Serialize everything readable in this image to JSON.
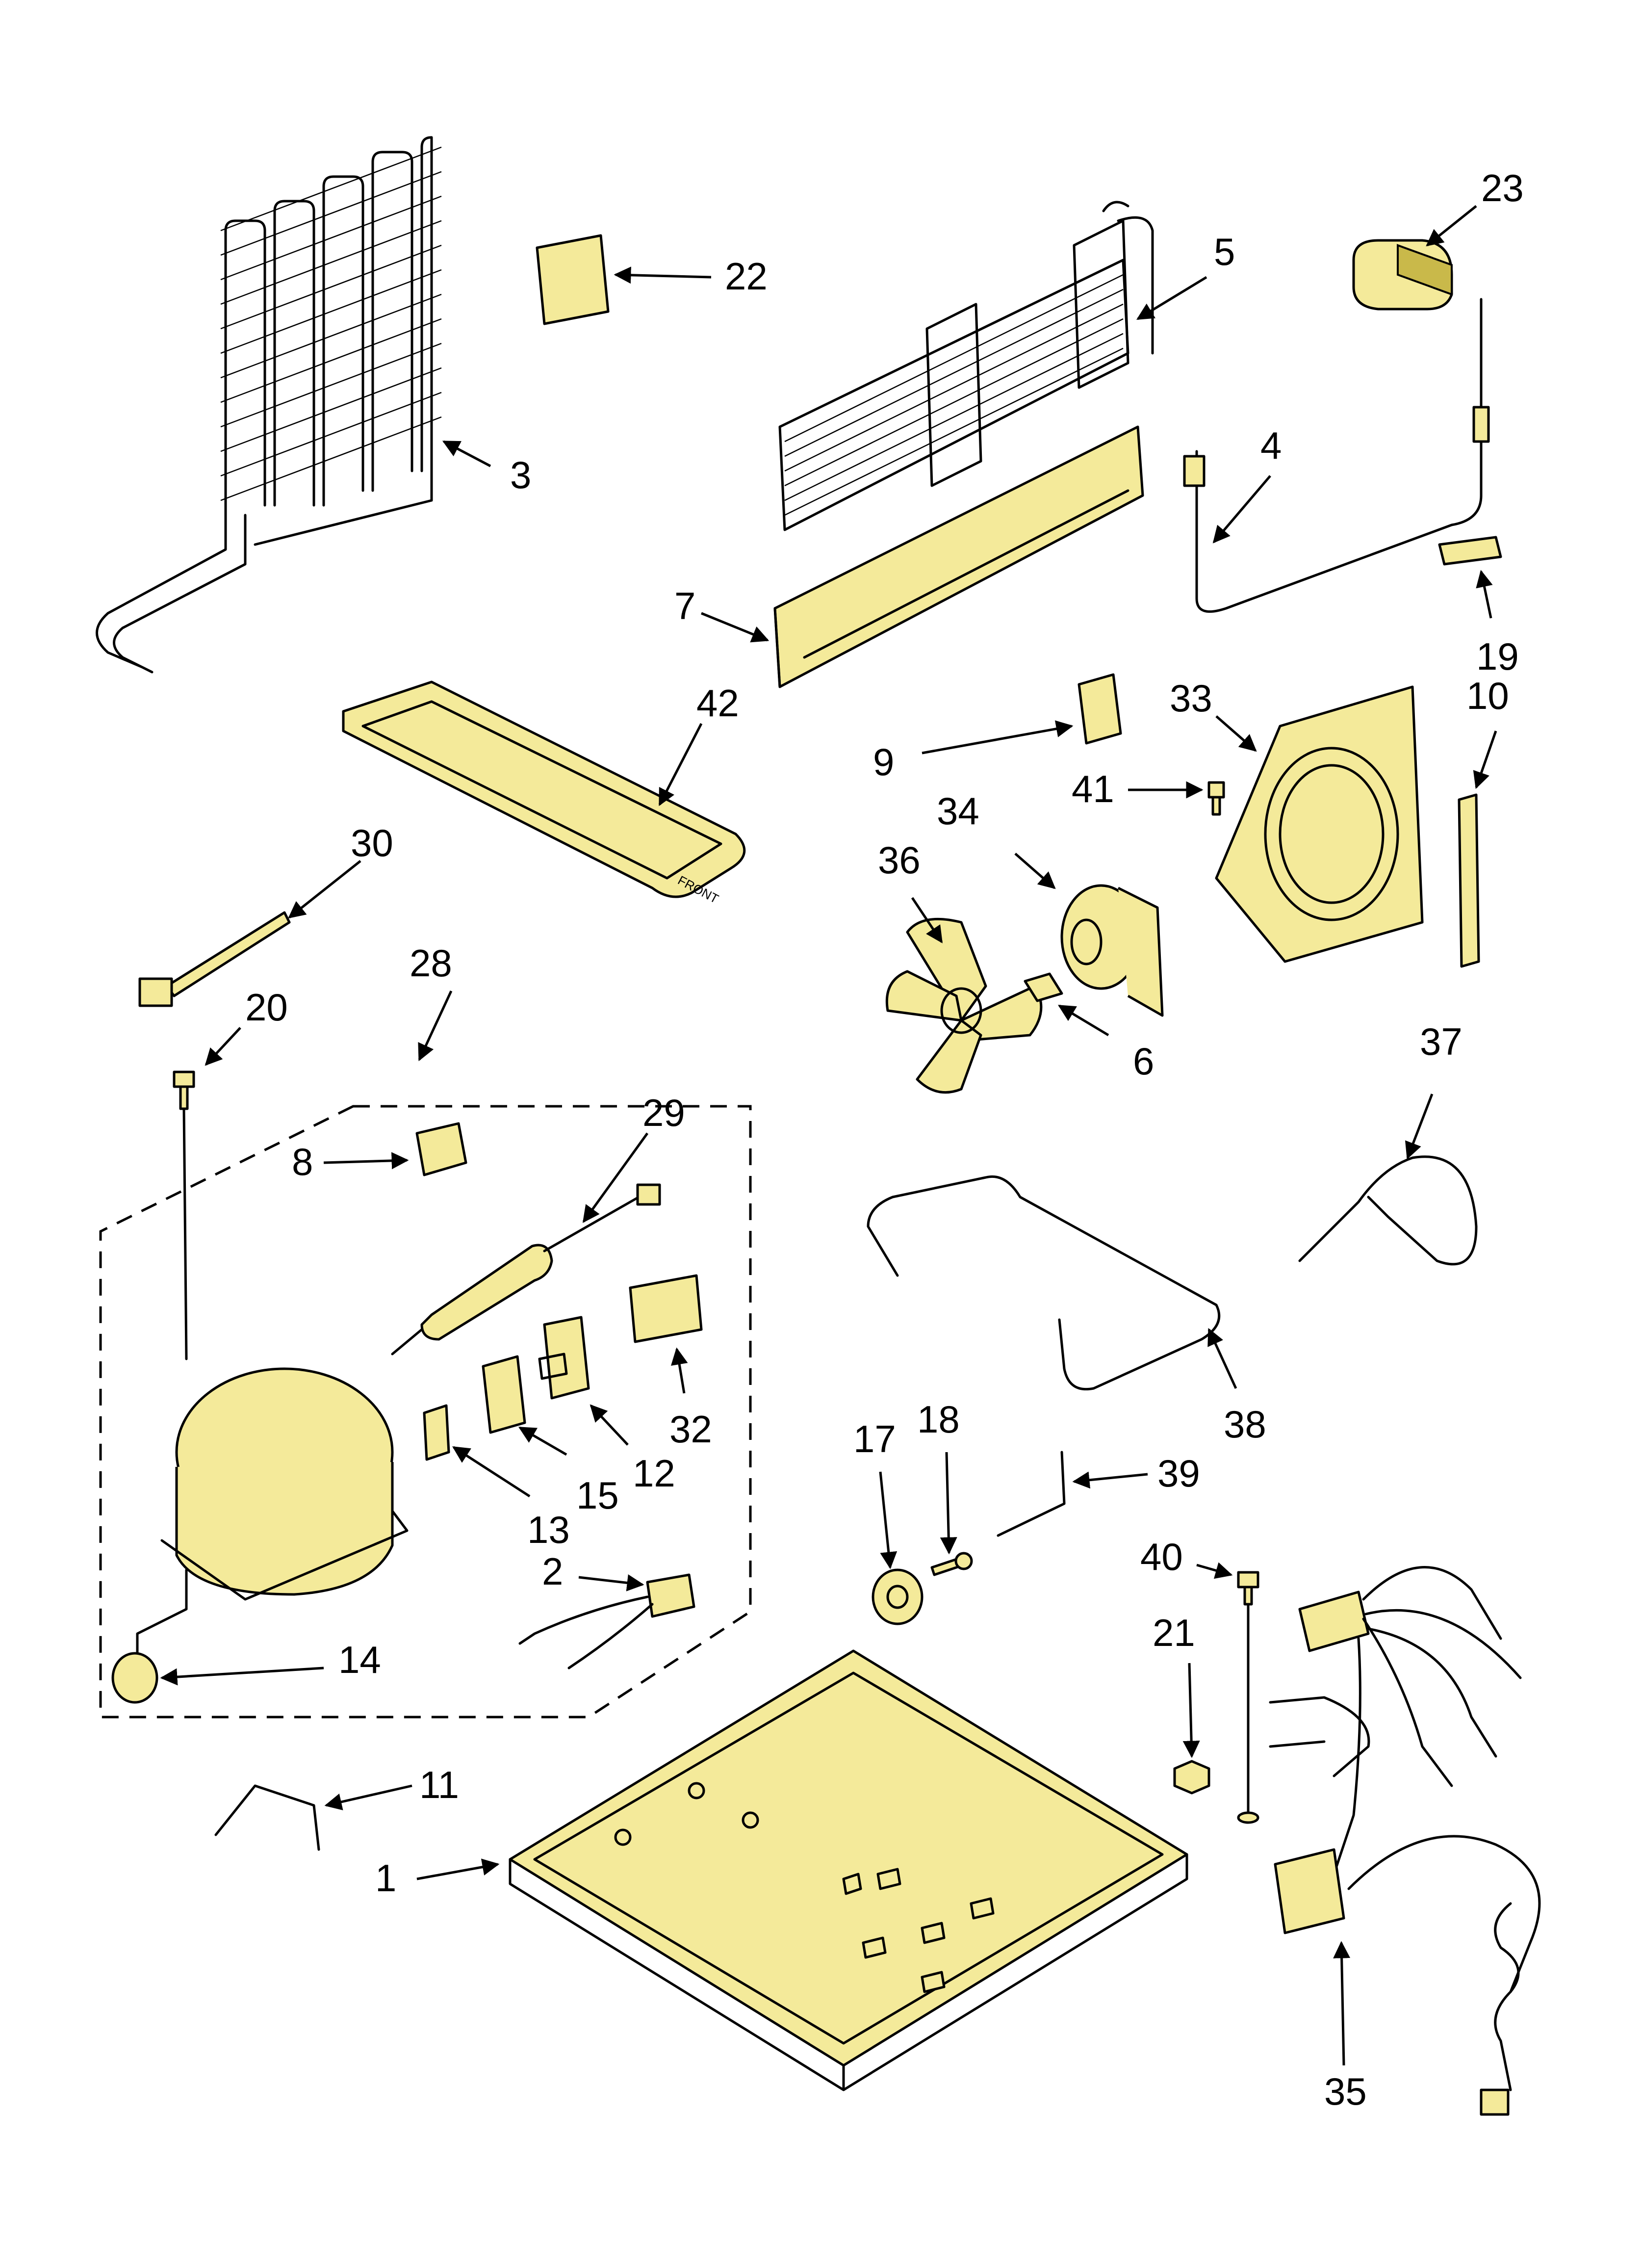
{
  "callouts": {
    "c1": "1",
    "c2": "2",
    "c3": "3",
    "c4": "4",
    "c5": "5",
    "c6": "6",
    "c7": "7",
    "c8": "8",
    "c9": "9",
    "c10": "10",
    "c11": "11",
    "c12": "12",
    "c13": "13",
    "c14": "14",
    "c15": "15",
    "c17": "17",
    "c18": "18",
    "c19": "19",
    "c20": "20",
    "c21": "21",
    "c22": "22",
    "c23": "23",
    "c28": "28",
    "c29": "29",
    "c30": "30",
    "c32": "32",
    "c33": "33",
    "c34": "34",
    "c35": "35",
    "c36": "36",
    "c37": "37",
    "c38": "38",
    "c39": "39",
    "c40": "40",
    "c41": "41",
    "c42": "42"
  },
  "tray_marking": "FRONT",
  "colors": {
    "part_fill": "#f4ea9a",
    "part_shade": "#c9b94a",
    "line": "#000000"
  }
}
